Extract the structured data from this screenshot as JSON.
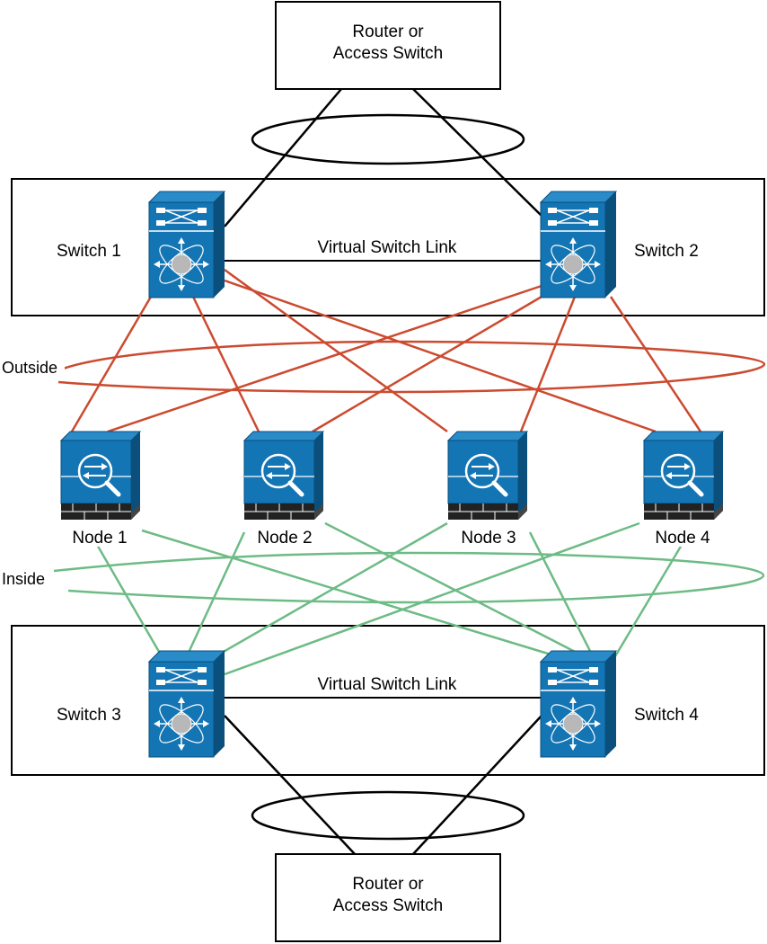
{
  "colors": {
    "device_blue": "#1375b4",
    "device_dark": "#0b4f7c",
    "outside": "#cc4a2f",
    "inside": "#6dbb85",
    "trunk": "#000000",
    "firewall_brick": "#333333"
  },
  "router_top": {
    "line1": "Router or",
    "line2": "Access Switch"
  },
  "router_bottom": {
    "line1": "Router or",
    "line2": "Access Switch"
  },
  "switches": [
    {
      "label": "Switch 1",
      "icon": "switch-icon"
    },
    {
      "label": "Switch 2",
      "icon": "switch-icon"
    },
    {
      "label": "Switch 3",
      "icon": "switch-icon"
    },
    {
      "label": "Switch 4",
      "icon": "switch-icon"
    }
  ],
  "vsl_top": "Virtual Switch Link",
  "vsl_bottom": "Virtual Switch Link",
  "outside_label": "Outside",
  "inside_label": "Inside",
  "nodes": [
    {
      "label": "Node 1",
      "icon": "firewall-icon"
    },
    {
      "label": "Node 2",
      "icon": "firewall-icon"
    },
    {
      "label": "Node 3",
      "icon": "firewall-icon"
    },
    {
      "label": "Node 4",
      "icon": "firewall-icon"
    }
  ]
}
